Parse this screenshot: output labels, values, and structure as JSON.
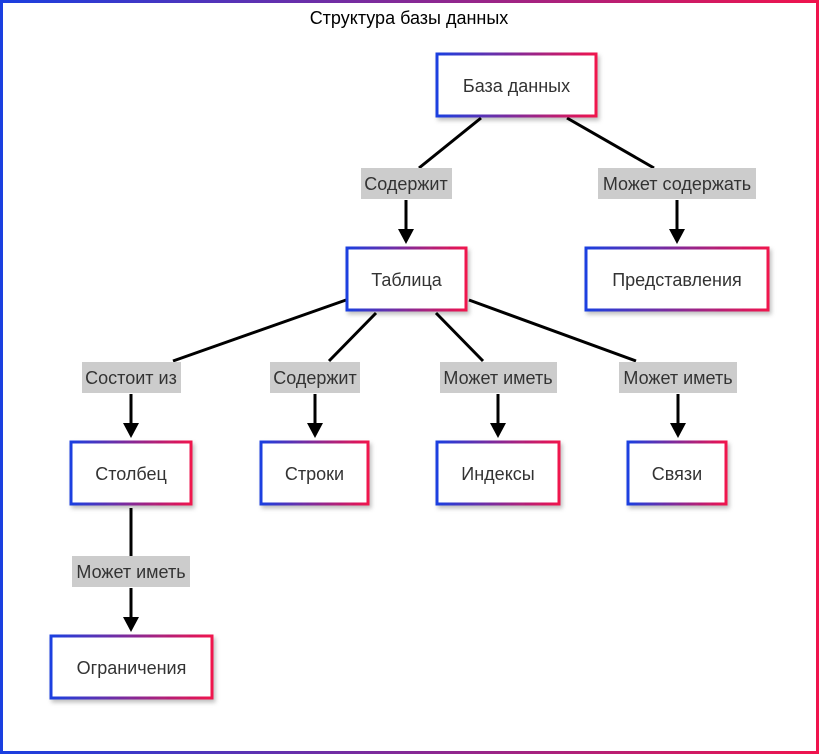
{
  "title": "Структура базы данных",
  "colors": {
    "gradient_start": "#1a3fe0",
    "gradient_end": "#f0134d",
    "edge": "#000000",
    "edge_label_bg": "#cccccc"
  },
  "nodes": {
    "database": "База данных",
    "table": "Таблица",
    "views": "Представления",
    "column": "Столбец",
    "rows": "Строки",
    "indexes": "Индексы",
    "relations": "Связи",
    "constraints": "Ограничения"
  },
  "edges": {
    "db_table": "Содержит",
    "db_views": "Может содержать",
    "table_column": "Состоит из",
    "table_rows": "Содержит",
    "table_indexes": "Может иметь",
    "table_relations": "Может иметь",
    "column_constraints": "Может иметь"
  }
}
